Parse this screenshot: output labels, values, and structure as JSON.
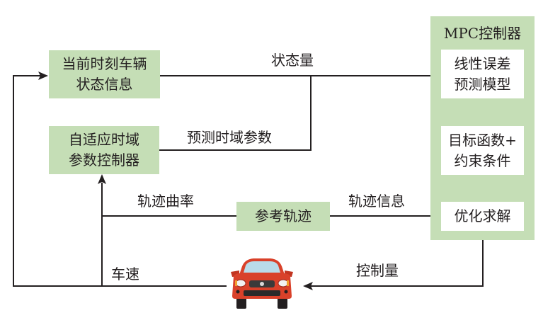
{
  "diagram": {
    "boxes": {
      "current_state": {
        "line1": "当前时刻车辆",
        "line2": "状态信息"
      },
      "adaptive_controller": {
        "line1": "自适应时域",
        "line2": "参数控制器"
      },
      "reference_trajectory": {
        "label": "参考轨迹"
      },
      "mpc": {
        "title": "MPC控制器",
        "model": {
          "line1": "线性误差",
          "line2": "预测模型"
        },
        "objective": {
          "line1": "目标函数+",
          "line2": "约束条件"
        },
        "solver": {
          "label": "优化求解"
        }
      }
    },
    "edge_labels": {
      "state": "状态量",
      "horizon_param": "预测时域参数",
      "curvature": "轨迹曲率",
      "trajectory_info": "轨迹信息",
      "control": "控制量",
      "speed": "车速"
    },
    "colors": {
      "box_fill": "#c5deb6",
      "line": "#231f20",
      "car_body": "#d9412a"
    },
    "vehicle_icon": "car-front-icon"
  }
}
